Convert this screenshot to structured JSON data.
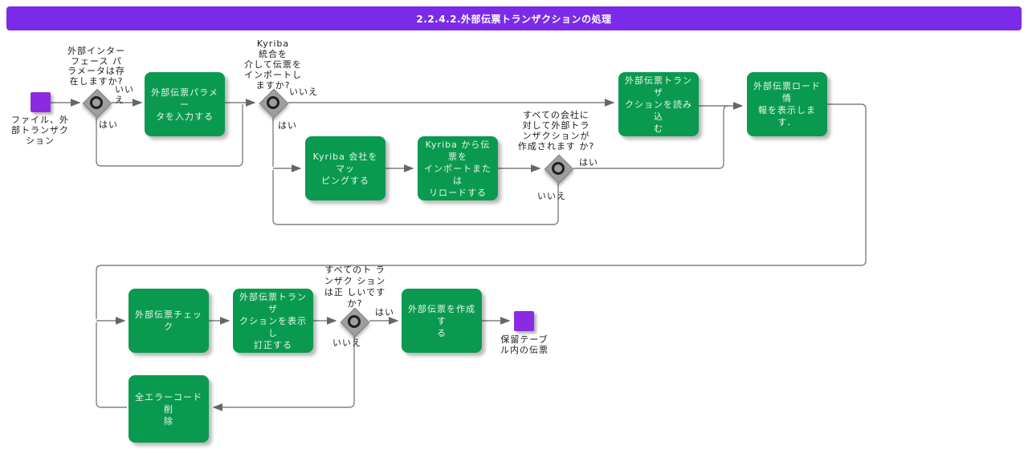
{
  "colors": {
    "header_bg": "#7B2BE8",
    "task_fill": "#0A9A4F",
    "event_fill": "#8A2BE2",
    "diamond_fill": "#9E9E9E",
    "line": "#808080"
  },
  "header": {
    "title": "2.2.4.2.外部伝票トランザクションの処理"
  },
  "events": {
    "start": {
      "label": "ファイル、外\n部トランザク\nション"
    },
    "end": {
      "label": "保留テーブ\nル内の伝票"
    }
  },
  "tasks": {
    "enter_params": {
      "label": "外部伝票パラメー\nタを入力する"
    },
    "map_companies": {
      "label": "Kyriba 会社をマッ\nピングする"
    },
    "import_reload": {
      "label": "Kyriba から伝票を\nインポートまたは\nリロードする"
    },
    "load_transactions": {
      "label": "外部伝票トランザ\nクションを読み込\nむ"
    },
    "show_load_info": {
      "label": "外部伝票ロード情\n報を表示します．"
    },
    "check_vouchers": {
      "label": "外部伝票チェック"
    },
    "display_correct": {
      "label": "外部伝票トランザ\nクションを表示し\n訂正する"
    },
    "create_voucher": {
      "label": "外部伝票を作成す\nる"
    },
    "delete_errors": {
      "label": "全エラーコード削\n除"
    }
  },
  "decisions": {
    "interface_params_exist": {
      "question": "外部インター\nフェース パ\nラメータは存\n在しますか?",
      "yes": "はい",
      "no": "いい\nえ"
    },
    "import_via_kyriba": {
      "question": "Kyriba\n統合を\n介して伝票を\nインポートし\nますか?",
      "yes": "はい",
      "no": "いいえ"
    },
    "transactions_created_all": {
      "question": "すべての会社に\n対して外部トラ\nンザクションが\n作成されます か?",
      "yes": "はい",
      "no": "いいえ"
    },
    "all_transactions_correct": {
      "question": "すべてのト ラ\nンザク ション\nは正 しいです\nか?",
      "yes": "はい",
      "no": "いいえ"
    }
  }
}
